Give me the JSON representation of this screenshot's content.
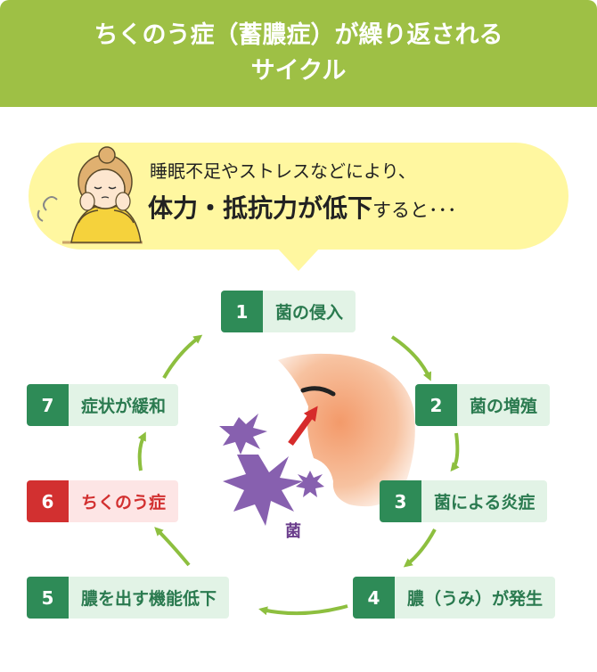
{
  "header": {
    "title_line1": "ちくのう症（蓄膿症）が繰り返される",
    "title_line2": "サイクル"
  },
  "bubble": {
    "line1": "睡眠不足やストレスなどにより、",
    "line2_strong": "体力・抵抗力が低下",
    "line2_tail": "すると･･･"
  },
  "steps": [
    {
      "num": "1",
      "label": "菌の侵入"
    },
    {
      "num": "2",
      "label": "菌の増殖"
    },
    {
      "num": "3",
      "label": "菌による炎症"
    },
    {
      "num": "4",
      "label": "膿（うみ）が発生"
    },
    {
      "num": "5",
      "label": "膿を出す機能低下"
    },
    {
      "num": "6",
      "label": "ちくのう症"
    },
    {
      "num": "7",
      "label": "症状が緩和"
    }
  ],
  "illustration": {
    "germ_label": "菌"
  },
  "colors": {
    "header_green": "#9ec045",
    "step_green": "#2e8b57",
    "step_red": "#d23030",
    "arrow_green": "#8dbf3f",
    "bubble_yellow": "#fff7a0"
  }
}
